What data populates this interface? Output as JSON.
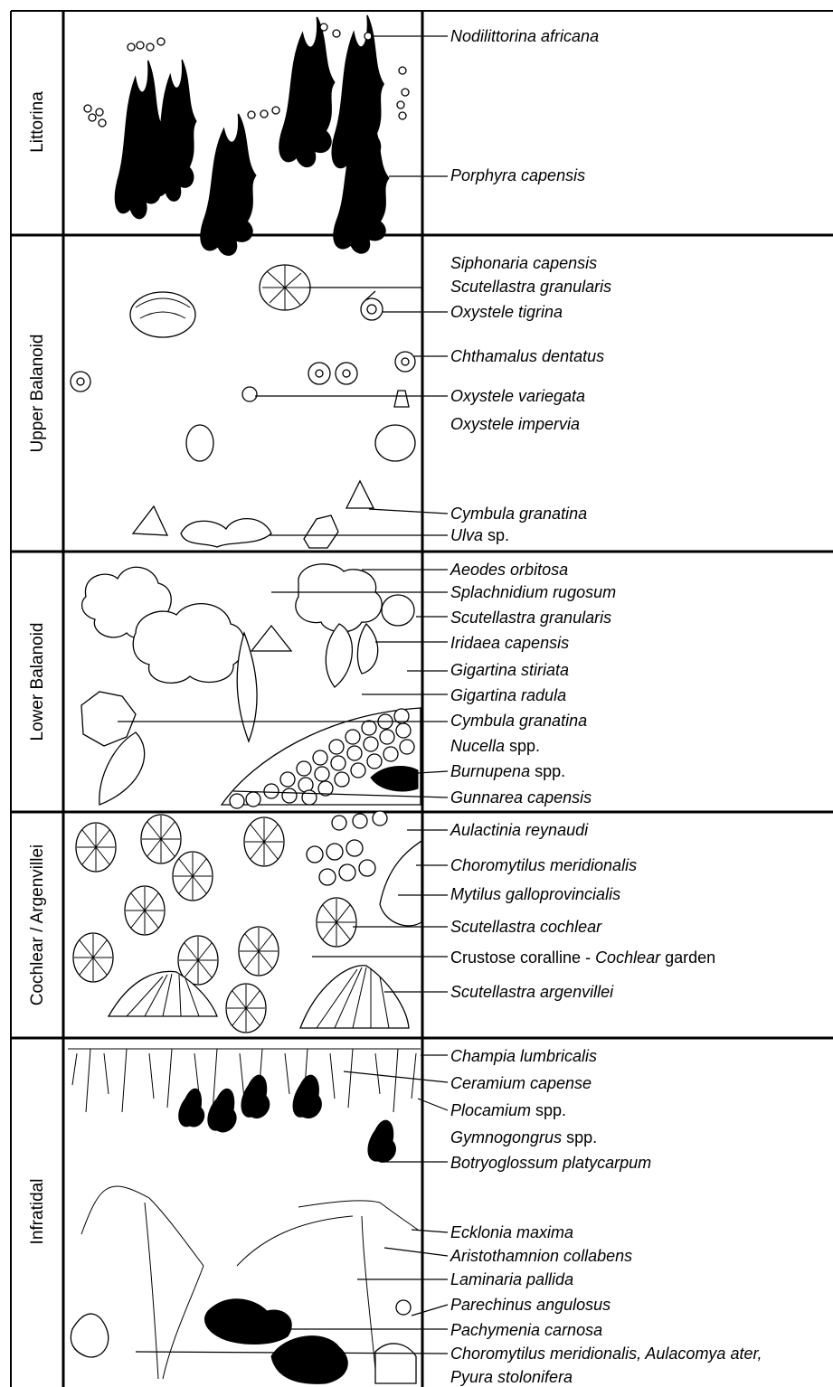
{
  "zones": [
    {
      "name": "Littorina",
      "labels": [
        {
          "parts": [
            {
              "t": "Nodilittorina africana",
              "i": true
            }
          ]
        },
        {
          "parts": [
            {
              "t": "Porphyra capensis",
              "i": true
            }
          ]
        }
      ]
    },
    {
      "name": "Upper Balanoid",
      "labels": [
        {
          "parts": [
            {
              "t": "Siphonaria capensis",
              "i": true
            }
          ]
        },
        {
          "parts": [
            {
              "t": "Scutellastra granularis",
              "i": true
            }
          ]
        },
        {
          "parts": [
            {
              "t": "Oxystele tigrina",
              "i": true
            }
          ]
        },
        {
          "parts": [
            {
              "t": "Chthamalus dentatus",
              "i": true
            }
          ]
        },
        {
          "parts": [
            {
              "t": "Oxystele variegata",
              "i": true
            }
          ]
        },
        {
          "parts": [
            {
              "t": "Oxystele impervia",
              "i": true
            }
          ]
        },
        {
          "parts": [
            {
              "t": "Cymbula granatina",
              "i": true
            }
          ]
        },
        {
          "parts": [
            {
              "t": "Ulva",
              "i": true
            },
            {
              "t": " sp.",
              "i": false
            }
          ]
        }
      ]
    },
    {
      "name": "Lower Balanoid",
      "labels": [
        {
          "parts": [
            {
              "t": "Aeodes orbitosa",
              "i": true
            }
          ]
        },
        {
          "parts": [
            {
              "t": "Splachnidium rugosum",
              "i": true
            }
          ]
        },
        {
          "parts": [
            {
              "t": "Scutellastra granularis",
              "i": true
            }
          ]
        },
        {
          "parts": [
            {
              "t": "Iridaea capensis",
              "i": true
            }
          ]
        },
        {
          "parts": [
            {
              "t": "Gigartina stiriata",
              "i": true
            }
          ]
        },
        {
          "parts": [
            {
              "t": "Gigartina radula",
              "i": true
            }
          ]
        },
        {
          "parts": [
            {
              "t": "Cymbula granatina",
              "i": true
            }
          ]
        },
        {
          "parts": [
            {
              "t": "Nucella",
              "i": true
            },
            {
              "t": " spp.",
              "i": false
            }
          ]
        },
        {
          "parts": [
            {
              "t": "Burnupena",
              "i": true
            },
            {
              "t": " spp.",
              "i": false
            }
          ]
        },
        {
          "parts": [
            {
              "t": "Gunnarea capensis",
              "i": true
            }
          ]
        }
      ]
    },
    {
      "name": "Cochlear / Argenvillei",
      "labels": [
        {
          "parts": [
            {
              "t": "Aulactinia reynaudi",
              "i": true
            }
          ]
        },
        {
          "parts": [
            {
              "t": "Choromytilus meridionalis",
              "i": true
            }
          ]
        },
        {
          "parts": [
            {
              "t": "Mytilus galloprovincialis",
              "i": true
            }
          ]
        },
        {
          "parts": [
            {
              "t": "Scutellastra cochlear",
              "i": true
            }
          ]
        },
        {
          "parts": [
            {
              "t": "Crustose coralline - ",
              "i": false
            },
            {
              "t": "Cochlear",
              "i": true
            },
            {
              "t": " garden",
              "i": false
            }
          ]
        },
        {
          "parts": [
            {
              "t": "Scutellastra argenvillei",
              "i": true
            }
          ]
        }
      ]
    },
    {
      "name": "Infratidal",
      "labels": [
        {
          "parts": [
            {
              "t": "Champia lumbricalis",
              "i": true
            }
          ]
        },
        {
          "parts": [
            {
              "t": "Ceramium capense",
              "i": true
            }
          ]
        },
        {
          "parts": [
            {
              "t": "Plocamium",
              "i": true
            },
            {
              "t": " spp.",
              "i": false
            }
          ]
        },
        {
          "parts": [
            {
              "t": "Gymnogongrus",
              "i": true
            },
            {
              "t": " spp.",
              "i": false
            }
          ]
        },
        {
          "parts": [
            {
              "t": "Botryoglossum platycarpum",
              "i": true
            }
          ]
        },
        {
          "parts": [
            {
              "t": "Ecklonia maxima",
              "i": true
            }
          ]
        },
        {
          "parts": [
            {
              "t": "Aristothamnion collabens",
              "i": true
            }
          ]
        },
        {
          "parts": [
            {
              "t": "Laminaria  pallida",
              "i": true
            }
          ]
        },
        {
          "parts": [
            {
              "t": "Parechinus angulosus",
              "i": true
            }
          ]
        },
        {
          "parts": [
            {
              "t": "Pachymenia carnosa",
              "i": true
            }
          ]
        },
        {
          "parts": [
            {
              "t": "Choromytilus meridionalis, Aulacomya ater,",
              "i": true
            }
          ]
        },
        {
          "parts": [
            {
              "t": "Pyura stolonifera",
              "i": true
            }
          ]
        }
      ]
    }
  ]
}
